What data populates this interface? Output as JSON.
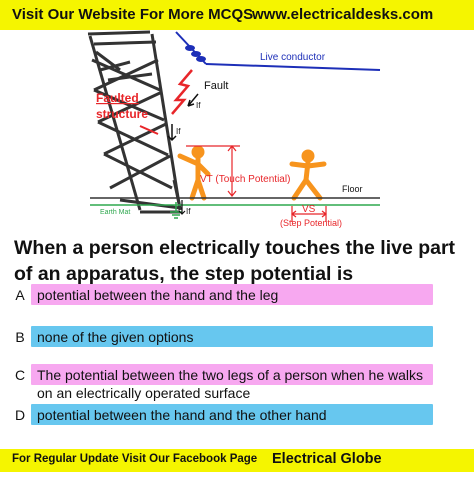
{
  "header": {
    "left_text": "Visit Our Website For More MCQS",
    "right_text": "www.electricaldesks.com",
    "background": "#f5f500"
  },
  "diagram": {
    "live_conductor": "Live conductor",
    "fault": "Fault",
    "fault_current": "If",
    "faulted_structure_line1": "Faulted",
    "faulted_structure_line2": "structure",
    "vt_label": "VT (Touch  Potential)",
    "vs_label": "VS",
    "step_potential": "(Step Potential)",
    "floor": "Floor",
    "earth_mat": "Earth Mat",
    "colors": {
      "red": "#e8262a",
      "orange": "#f7941d",
      "blue": "#1d2fb8",
      "green": "#2fa84f"
    }
  },
  "question": {
    "text": "When a person electrically touches the live part of an apparatus, the step potential is"
  },
  "options": [
    {
      "letter": "A",
      "text": "potential between the hand and the leg",
      "color": "#f7a8f0"
    },
    {
      "letter": "B",
      "text": "none of the given options",
      "color": "#67c7ef"
    },
    {
      "letter": "C",
      "text_line1": "The potential between the two legs of a person when he walks",
      "text_line2": "on an electrically operated surface",
      "color": "#f7a8f0"
    },
    {
      "letter": "D",
      "text": "potential between the hand and the other hand",
      "color": "#67c7ef"
    }
  ],
  "footer": {
    "left_text": "For Regular Update Visit Our Facebook Page",
    "right_text": "Electrical Globe",
    "background": "#f5f500"
  }
}
